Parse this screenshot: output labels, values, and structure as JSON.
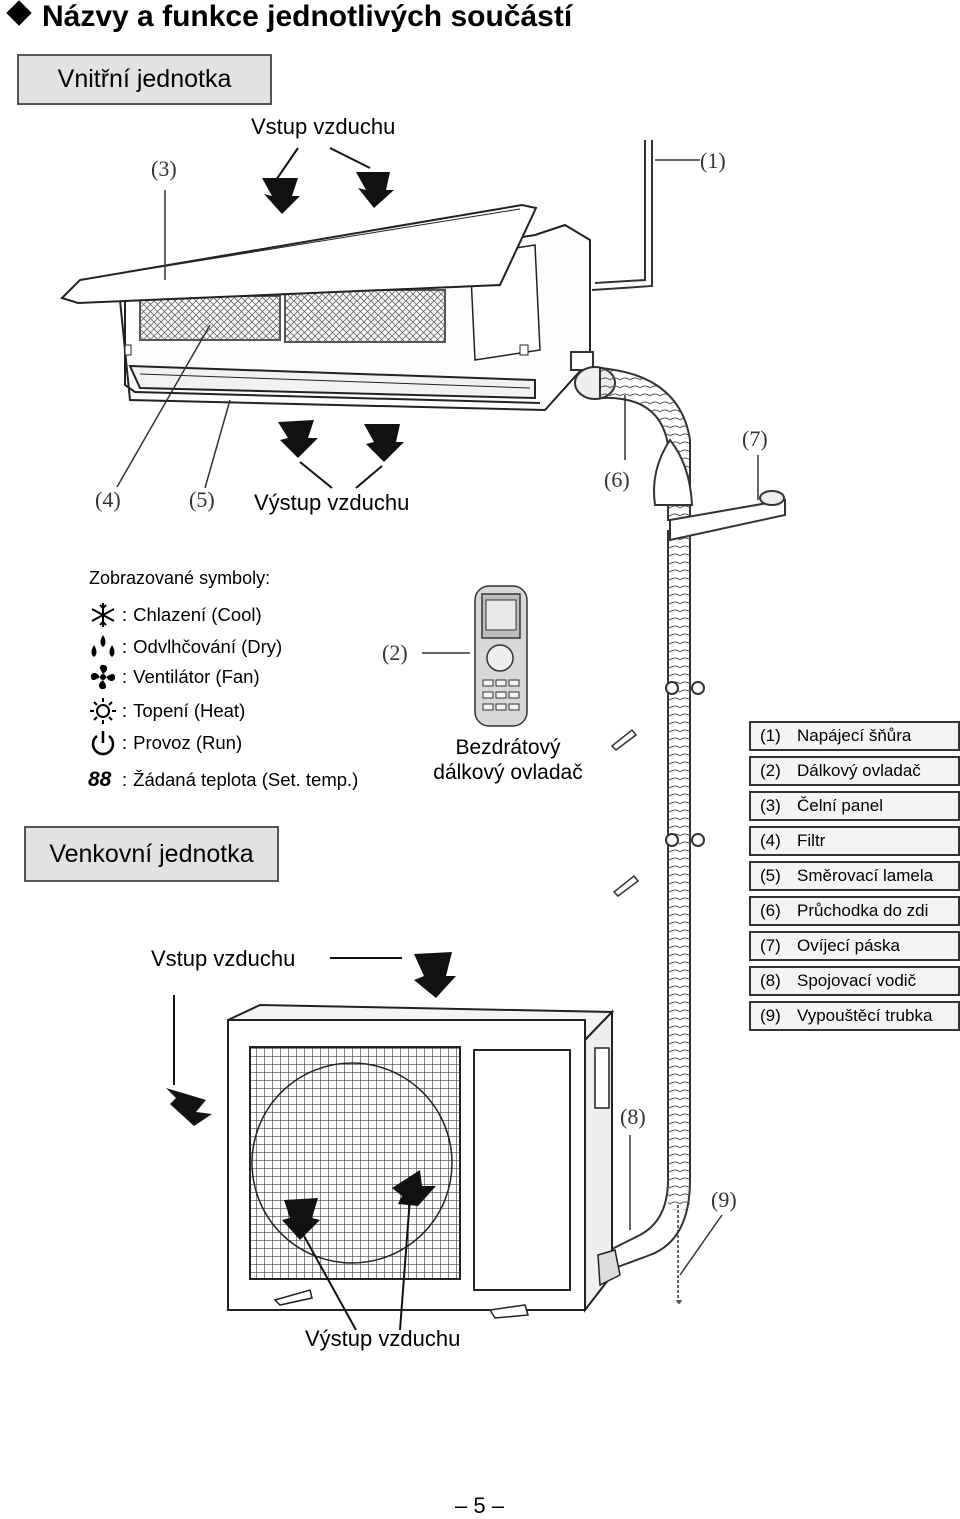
{
  "title": "Názvy a funkce jednotlivých součástí",
  "indoor": {
    "label": "Vnitřní jednotka",
    "air_in": "Vstup vzduchu",
    "air_out": "Výstup vzduchu"
  },
  "callouts": [
    "(1)",
    "(2)",
    "(3)",
    "(4)",
    "(5)",
    "(6)",
    "(7)",
    "(8)",
    "(9)"
  ],
  "symbols": {
    "heading": "Zobrazované symboly:",
    "items": [
      {
        "icon": "snowflake-icon",
        "label": "Chlazení (Cool)"
      },
      {
        "icon": "drops-icon",
        "label": "Odvlhčování (Dry)"
      },
      {
        "icon": "fan-icon",
        "label": "Ventilátor (Fan)"
      },
      {
        "icon": "sun-icon",
        "label": "Topení (Heat)"
      },
      {
        "icon": "power-icon",
        "label": "Provoz (Run)"
      },
      {
        "icon": "digits-88-icon",
        "label": "Žádaná teplota (Set. temp.)"
      }
    ],
    "separator": ":",
    "digits": "88"
  },
  "remote": {
    "line1": "Bezdrátový",
    "line2": "dálkový ovladač"
  },
  "outdoor": {
    "label": "Venkovní jednotka",
    "air_in": "Vstup vzduchu",
    "air_out": "Výstup vzduchu"
  },
  "legend": [
    {
      "num": "(1)",
      "label": "Napájecí šňůra"
    },
    {
      "num": "(2)",
      "label": "Dálkový ovladač"
    },
    {
      "num": "(3)",
      "label": "Čelní panel"
    },
    {
      "num": "(4)",
      "label": "Filtr"
    },
    {
      "num": "(5)",
      "label": "Směrovací lamela"
    },
    {
      "num": "(6)",
      "label": "Průchodka do zdi"
    },
    {
      "num": "(7)",
      "label": "Ovíjecí páska"
    },
    {
      "num": "(8)",
      "label": "Spojovací vodič"
    },
    {
      "num": "(9)",
      "label": "Vypouštěcí trubka"
    }
  ],
  "page_number": "– 5 –"
}
